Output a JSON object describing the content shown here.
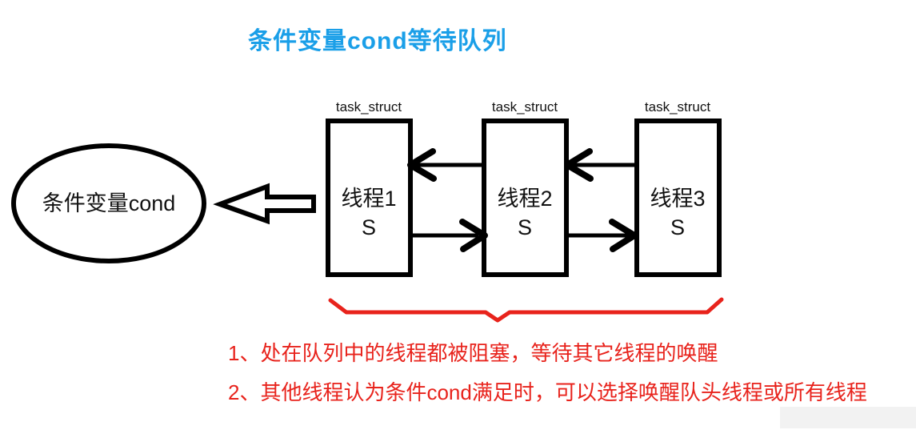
{
  "title": {
    "text": "条件变量cond等待队列",
    "color": "#1a9fe8"
  },
  "ellipse": {
    "label": "条件变量cond"
  },
  "queue": {
    "nodes": [
      {
        "header": "task_struct",
        "name": "线程1",
        "state": "S"
      },
      {
        "header": "task_struct",
        "name": "线程2",
        "state": "S"
      },
      {
        "header": "task_struct",
        "name": "线程3",
        "state": "S"
      }
    ]
  },
  "notes": {
    "color": "#e8231c",
    "lines": [
      "1、处在队列中的线程都被阻塞，等待其它线程的唤醒",
      "2、其他线程认为条件cond满足时，可以选择唤醒队头线程或所有线程"
    ]
  },
  "colors": {
    "shape_stroke": "#000000",
    "annotation_red": "#e8231c",
    "title_blue": "#1a9fe8",
    "background": "#ffffff"
  }
}
